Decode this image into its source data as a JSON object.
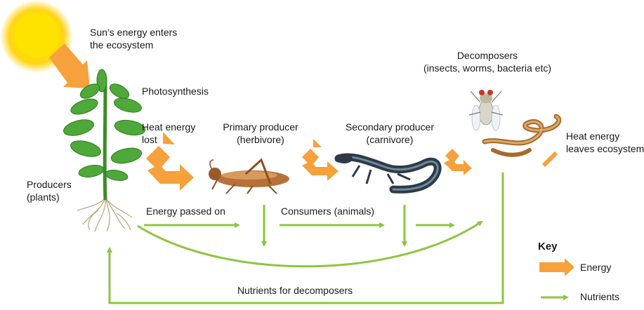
{
  "labels": {
    "sun_energy": "Sun’s energy enters\nthe ecosystem",
    "photosynthesis": "Photosynthesis",
    "heat_lost": "Heat energy\nlost",
    "primary": "Primary producer\n(herbivore)",
    "secondary": "Secondary producer\n(carnivore)",
    "decomposers": "Decomposers\n(insects, worms, bacteria etc)",
    "heat_leaves": "Heat energy\nleaves ecosystem",
    "producers": "Producers\n(plants)",
    "energy_passed": "Energy passed on",
    "consumers": "Consumers (animals)",
    "nutrients_decomposers": "Nutrients for decomposers"
  },
  "key": {
    "title": "Key",
    "energy": "Energy",
    "nutrients": "Nutrients"
  },
  "colors": {
    "energy": "#f6a13c",
    "nutrients": "#8cc63f",
    "sun": "#ffd400"
  }
}
